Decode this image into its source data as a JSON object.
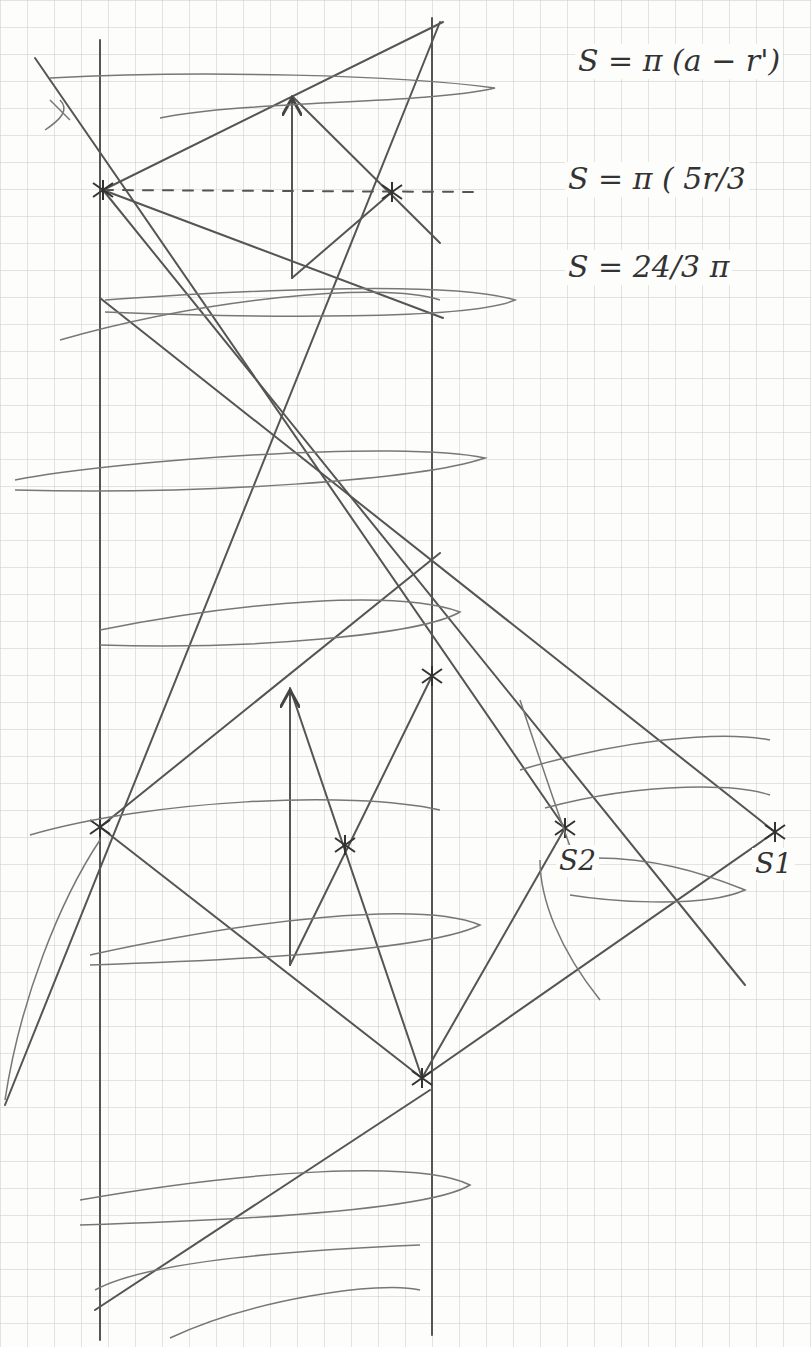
{
  "diagram": {
    "labels": [
      "S = π (a − r')",
      "S = π ( 5r/3",
      "S = 24/3 π",
      "S2",
      "S1"
    ]
  }
}
